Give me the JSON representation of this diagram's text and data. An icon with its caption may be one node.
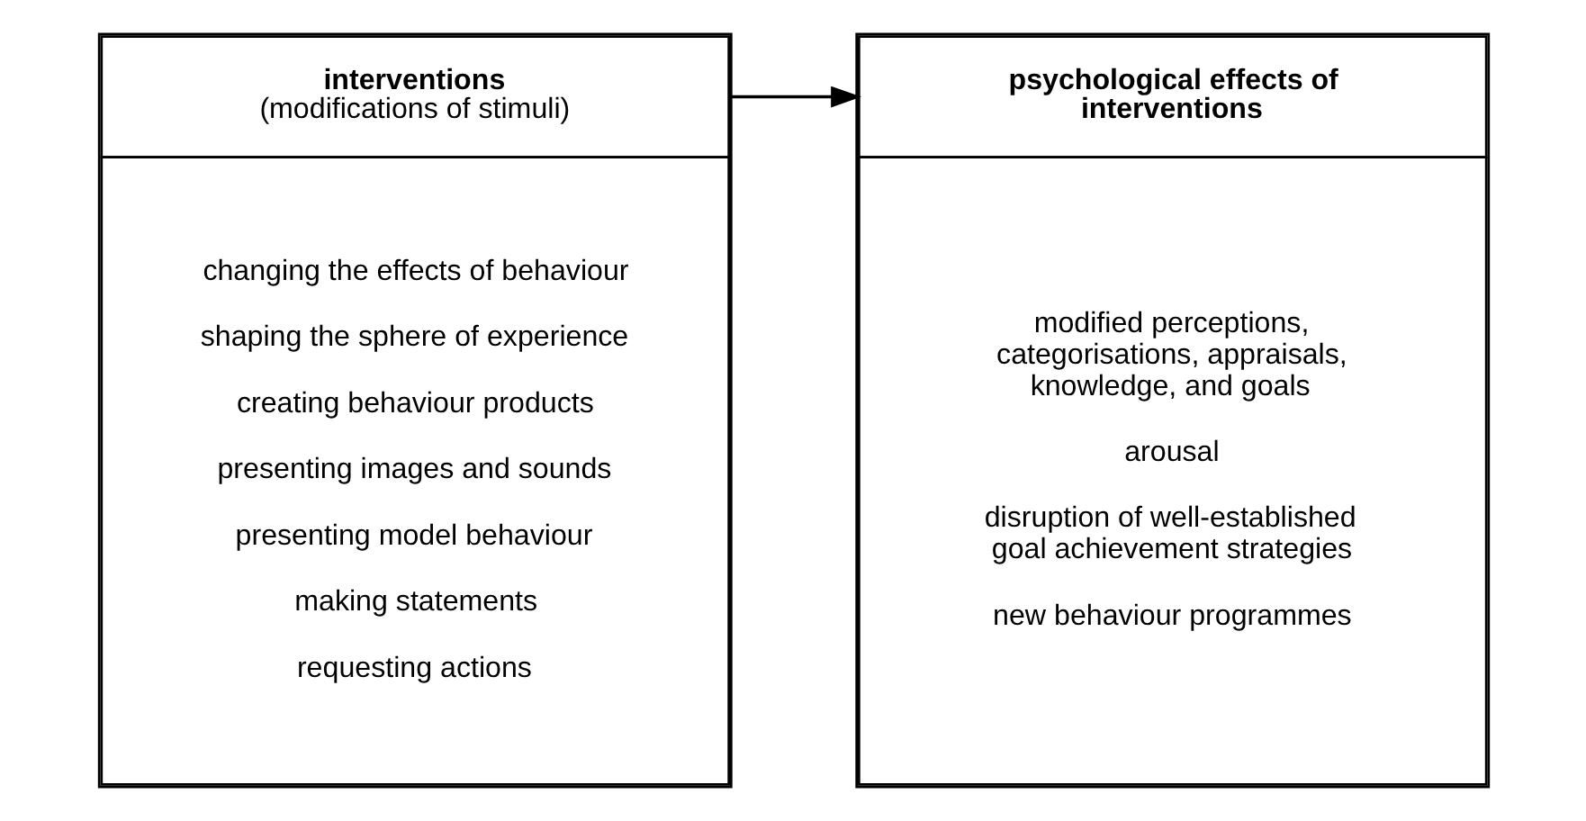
{
  "diagram": {
    "nodes": [
      {
        "text": [
          "interventions",
          "(modifications of stimuli)",
          "changing the effects of behaviour",
          "shaping the sphere of experience",
          "creating behaviour products",
          "presenting images and sounds",
          "presenting model behaviour",
          "making statements",
          "requesting actions"
        ]
      },
      {
        "text": [
          "psychological effects of interventions",
          "modified perceptions, categorisations, appraisals, knowledge, and goals",
          "arousal",
          "disruption of well-established goal achievement strategies",
          "new behaviour programmes"
        ]
      }
    ],
    "edges": [
      {
        "from": 0,
        "to": 1,
        "arrow": "to"
      }
    ]
  }
}
